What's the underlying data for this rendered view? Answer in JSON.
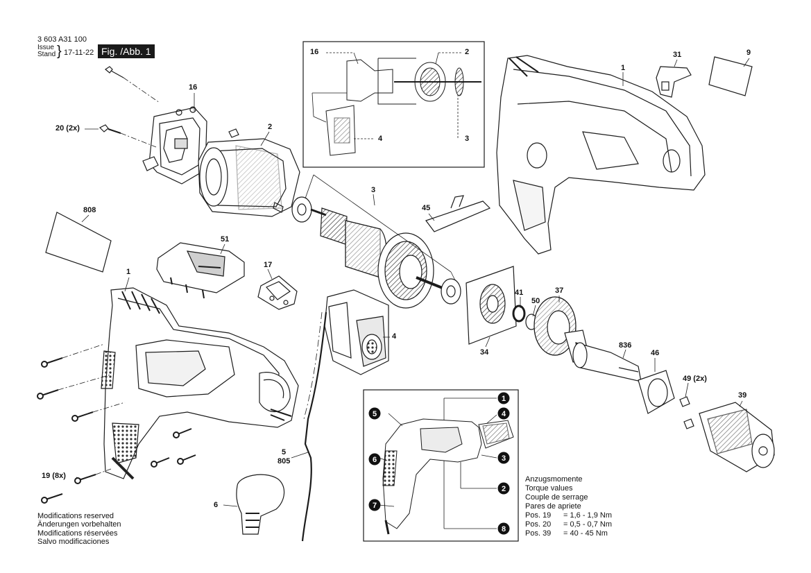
{
  "header": {
    "doc_number": "3 603 A31 100",
    "issue_label_1": "Issue",
    "issue_label_2": "Stand",
    "brace": "}",
    "date": "17-11-22",
    "figure_label": "Fig. /Abb. 1"
  },
  "callouts": {
    "c16a": "16",
    "c20": "20 (2x)",
    "c2a": "2",
    "c808": "808",
    "c51": "51",
    "c17": "17",
    "c1a": "1",
    "c19": "19 (8x)",
    "c3a": "3",
    "c45": "45",
    "c4a": "4",
    "c5": "5",
    "c805": "805",
    "c6": "6",
    "c34": "34",
    "c41": "41",
    "c50": "50",
    "c37": "37",
    "c836": "836",
    "c46": "46",
    "c49": "49 (2x)",
    "c39": "39",
    "c31": "31",
    "c9": "9",
    "c1b": "1",
    "inset_16": "16",
    "inset_2": "2",
    "inset_3": "3",
    "inset_4": "4"
  },
  "overview_markers": [
    "1",
    "2",
    "3",
    "4",
    "5",
    "6",
    "7",
    "8"
  ],
  "notes": [
    "Modifications reserved",
    "Änderungen vorbehalten",
    "Modifications réservées",
    "Salvo modificaciones"
  ],
  "torque": {
    "title": [
      "Anzugsmomente",
      "Torque values",
      "Couple de serrage",
      "Pares de apriete"
    ],
    "rows": [
      {
        "pos": "Pos. 19",
        "value": "= 1,6 - 1,9 Nm"
      },
      {
        "pos": "Pos. 20",
        "value": "= 0,5 - 0,7 Nm"
      },
      {
        "pos": "Pos. 39",
        "value": "= 40 - 45 Nm"
      }
    ]
  }
}
